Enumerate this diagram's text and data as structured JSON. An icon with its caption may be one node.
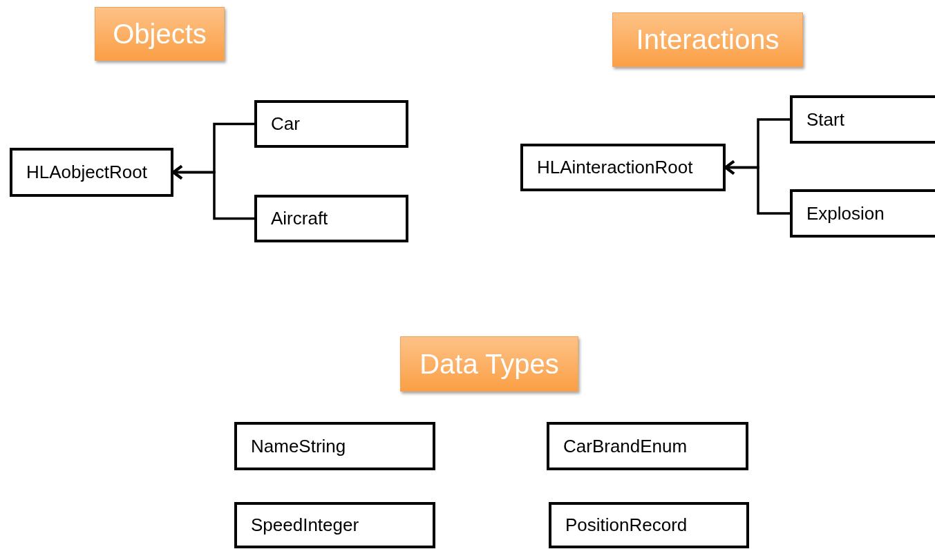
{
  "diagram": {
    "nodes": [
      {
        "text": [
          "Objects"
        ]
      },
      {
        "text": [
          "HLAobjectRoot"
        ]
      },
      {
        "text": [
          "Car"
        ]
      },
      {
        "text": [
          "Aircraft"
        ]
      },
      {
        "text": [
          "Interactions"
        ]
      },
      {
        "text": [
          "HLAinteractionRoot"
        ]
      },
      {
        "text": [
          "Start"
        ]
      },
      {
        "text": [
          "Explosion"
        ]
      },
      {
        "text": [
          "Data Types"
        ]
      },
      {
        "text": [
          "NameString"
        ]
      },
      {
        "text": [
          "CarBrandEnum"
        ]
      },
      {
        "text": [
          "SpeedInteger"
        ]
      },
      {
        "text": [
          "PositionRecord"
        ]
      }
    ],
    "edges": [
      {
        "from": 2,
        "to": 1,
        "arrow": "to"
      },
      {
        "from": 3,
        "to": 1,
        "arrow": "to"
      },
      {
        "from": 6,
        "to": 5,
        "arrow": "to"
      },
      {
        "from": 7,
        "to": 5,
        "arrow": "to"
      }
    ]
  }
}
